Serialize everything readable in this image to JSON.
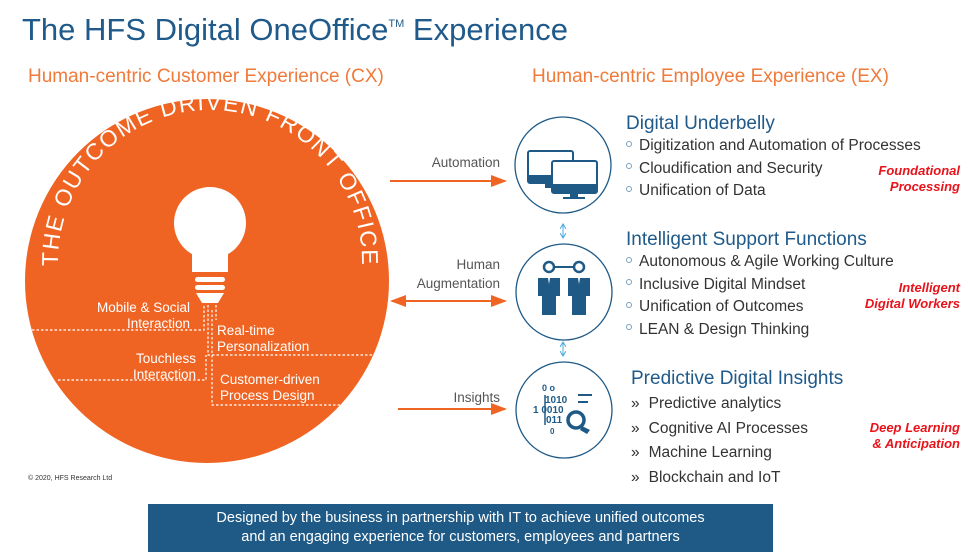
{
  "title": {
    "main": "The HFS Digital OneOffice",
    "trademark": "TM",
    "suffix": " Experience"
  },
  "cx_heading": "Human-centric Customer Experience (CX)",
  "ex_heading": "Human-centric Employee Experience (EX)",
  "front_office": {
    "arc_text": "THE OUTCOME DRIVEN FRONT OFFICE",
    "labels": [
      {
        "line1": "Mobile & Social",
        "line2": "Interaction"
      },
      {
        "line1": "Real-time",
        "line2": "Personalization"
      },
      {
        "line1": "Touchless",
        "line2": "Interaction"
      },
      {
        "line1": "Customer-driven",
        "line2": "Process Design"
      }
    ]
  },
  "flows": [
    {
      "line1": "Automation",
      "line2": "",
      "direction": "right"
    },
    {
      "line1": "Human",
      "line2": "Augmentation",
      "direction": "both"
    },
    {
      "line1": "Insights",
      "line2": "",
      "direction": "right"
    }
  ],
  "sections": [
    {
      "title": "Digital Underbelly",
      "icon": "monitors-icon",
      "bullet": "circle",
      "items": [
        "Digitization and Automation of Processes",
        "Cloudification and Security",
        "Unification of Data"
      ],
      "tag": {
        "line1": "Foundational",
        "line2": "Processing"
      }
    },
    {
      "title": "Intelligent Support Functions",
      "icon": "people-network-icon",
      "bullet": "circle",
      "items": [
        "Autonomous & Agile Working Culture",
        "Inclusive Digital Mindset",
        "Unification of Outcomes",
        "LEAN & Design Thinking"
      ],
      "tag": {
        "line1": "Intelligent",
        "line2": "Digital Workers"
      }
    },
    {
      "title": "Predictive Digital Insights",
      "icon": "data-magnifier-icon",
      "bullet": "»",
      "items": [
        "Predictive analytics",
        "Cognitive AI Processes",
        "Machine Learning",
        "Blockchain and IoT"
      ],
      "tag": {
        "line1": "Deep Learning",
        "line2": "& Anticipation"
      }
    }
  ],
  "copyright": "© 2020, HFS Research Ltd",
  "footer": {
    "line1": "Designed by the business in partnership with IT to achieve unified outcomes",
    "line2": "and an engaging experience for customers, employees and partners"
  },
  "colors": {
    "orange": "#ef6422",
    "navy": "#1f5a87",
    "red": "#e8131b",
    "light_blue": "#4aa8e0"
  }
}
